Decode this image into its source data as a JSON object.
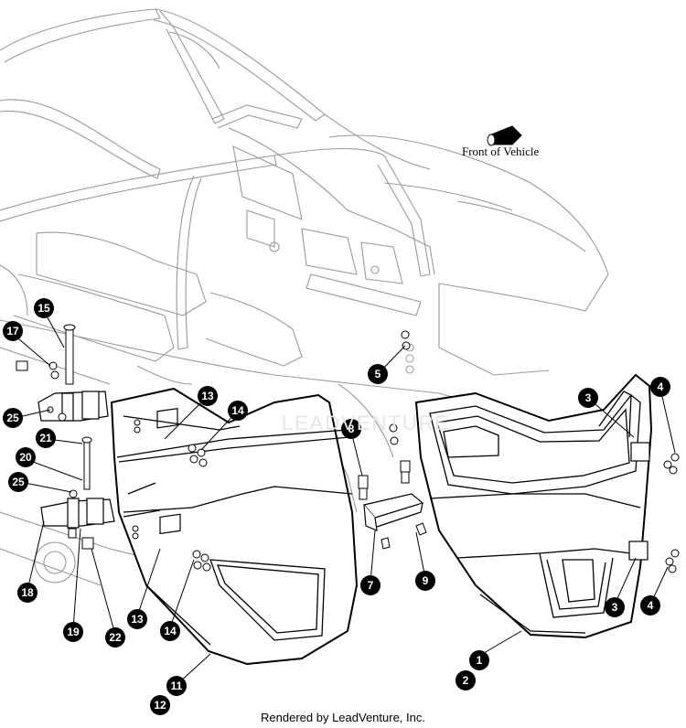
{
  "diagram": {
    "orientation_label": "Front of Vehicle",
    "footer": "Rendered by LeadVenture, Inc.",
    "watermark": "LEADVENTURE",
    "callouts": [
      {
        "id": "c1",
        "label": "1"
      },
      {
        "id": "c2",
        "label": "2"
      },
      {
        "id": "c3a",
        "label": "3"
      },
      {
        "id": "c3b",
        "label": "3"
      },
      {
        "id": "c4a",
        "label": "4"
      },
      {
        "id": "c4b",
        "label": "4"
      },
      {
        "id": "c5",
        "label": "5"
      },
      {
        "id": "c7",
        "label": "7"
      },
      {
        "id": "c8",
        "label": "8"
      },
      {
        "id": "c9",
        "label": "9"
      },
      {
        "id": "c11",
        "label": "11"
      },
      {
        "id": "c12",
        "label": "12"
      },
      {
        "id": "c13a",
        "label": "13"
      },
      {
        "id": "c13b",
        "label": "13"
      },
      {
        "id": "c14a",
        "label": "14"
      },
      {
        "id": "c14b",
        "label": "14"
      },
      {
        "id": "c15",
        "label": "15"
      },
      {
        "id": "c17",
        "label": "17"
      },
      {
        "id": "c18",
        "label": "18"
      },
      {
        "id": "c19",
        "label": "19"
      },
      {
        "id": "c20",
        "label": "20"
      },
      {
        "id": "c21",
        "label": "21"
      },
      {
        "id": "c22",
        "label": "22"
      },
      {
        "id": "c25a",
        "label": "25"
      },
      {
        "id": "c25b",
        "label": "25"
      }
    ]
  }
}
